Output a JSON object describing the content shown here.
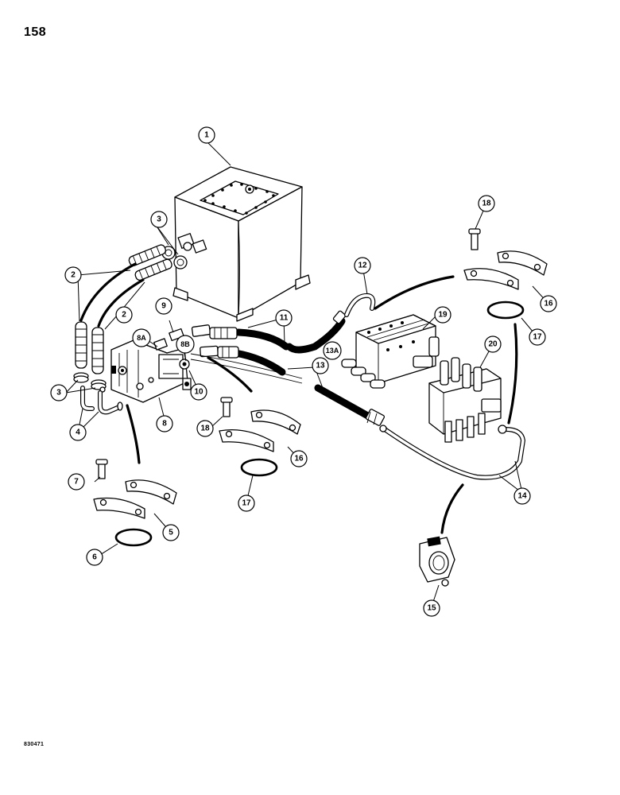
{
  "page": {
    "number": "158",
    "figure_code": "830471"
  },
  "callouts": {
    "c1": "1",
    "c2a": "2",
    "c2b": "2",
    "c3a": "3",
    "c3b": "3",
    "c4": "4",
    "c5": "5",
    "c6": "6",
    "c7": "7",
    "c8": "8",
    "c8a": "8A",
    "c8b": "8B",
    "c9": "9",
    "c10": "10",
    "c11": "11",
    "c12": "12",
    "c13": "13",
    "c13a": "13A",
    "c14": "14",
    "c15": "15",
    "c16a": "16",
    "c16b": "16",
    "c17a": "17",
    "c17b": "17",
    "c18a": "18",
    "c18b": "18",
    "c19": "19",
    "c20": "20"
  }
}
